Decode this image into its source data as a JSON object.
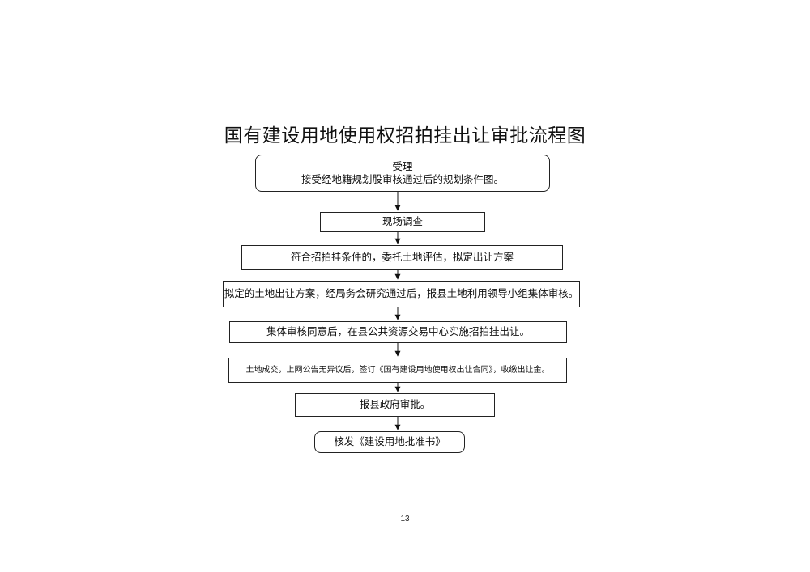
{
  "title": "国有建设用地使用权招拍挂出让审批流程图",
  "steps": [
    {
      "line1": "受理",
      "line2": "接受经地籍规划股审核通过后的规划条件图。"
    },
    {
      "text": "现场调查"
    },
    {
      "text": "符合招拍挂条件的，委托土地评估，拟定出让方案"
    },
    {
      "text": "拟定的土地出让方案，经局务会研究通过后，报县土地利用领导小组集体审核。"
    },
    {
      "text": "集体审核同意后，在县公共资源交易中心实施招拍挂出让。"
    },
    {
      "text": "土地成交，上网公告无异议后，签订《国有建设用地使用权出让合同》，收缴出让金。"
    },
    {
      "text": "报县政府审批。"
    },
    {
      "text": "核发《建设用地批准书》"
    }
  ],
  "page_number": "13"
}
